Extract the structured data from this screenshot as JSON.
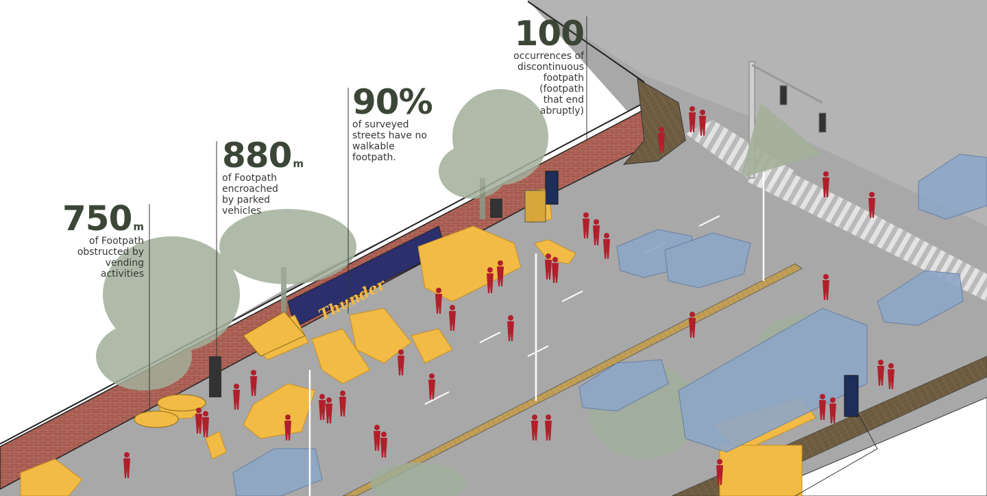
{
  "stats": [
    {
      "id": "750",
      "number": "750",
      "unit": "m",
      "description": [
        "of Footpath",
        "obstructed by",
        "vending",
        "activities"
      ]
    },
    {
      "id": "880",
      "number": "880",
      "unit": "m",
      "description": [
        "of Footpath",
        "encroached",
        "by parked",
        "vehicles"
      ]
    },
    {
      "id": "90",
      "number": "90%",
      "unit": "",
      "description": [
        "of surveyed",
        "streets have no",
        "walkable",
        "footpath."
      ]
    },
    {
      "id": "100",
      "number": "100",
      "unit": "",
      "description": [
        "occurrences of",
        "discontinuous",
        "footpath",
        "(footpath",
        "that end",
        "abruptly)"
      ]
    }
  ],
  "banner": {
    "text": "Thunder"
  },
  "colors": {
    "road": "#a9a9a9",
    "wall": "#a5594f",
    "vending_yellow": "#f2bb45",
    "pedestrian_red": "#b11f2b",
    "car_blue": "#8ea7c8",
    "tree_green": "#9fad97",
    "text_dark": "#3b4637"
  }
}
